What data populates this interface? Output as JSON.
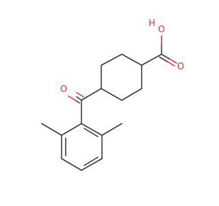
{
  "molecule": {
    "atoms": [
      {
        "id": "carbonyl_o",
        "label": "O",
        "color": "#e8322b"
      },
      {
        "id": "hydroxyl_o",
        "label": "O",
        "color": "#e8322b"
      },
      {
        "id": "hydroxyl_h",
        "label": "H",
        "color": "#e8322b"
      },
      {
        "id": "carboxyl_o",
        "label": "O",
        "color": "#e8322b"
      }
    ],
    "bond_color": "#3a3a3a"
  }
}
